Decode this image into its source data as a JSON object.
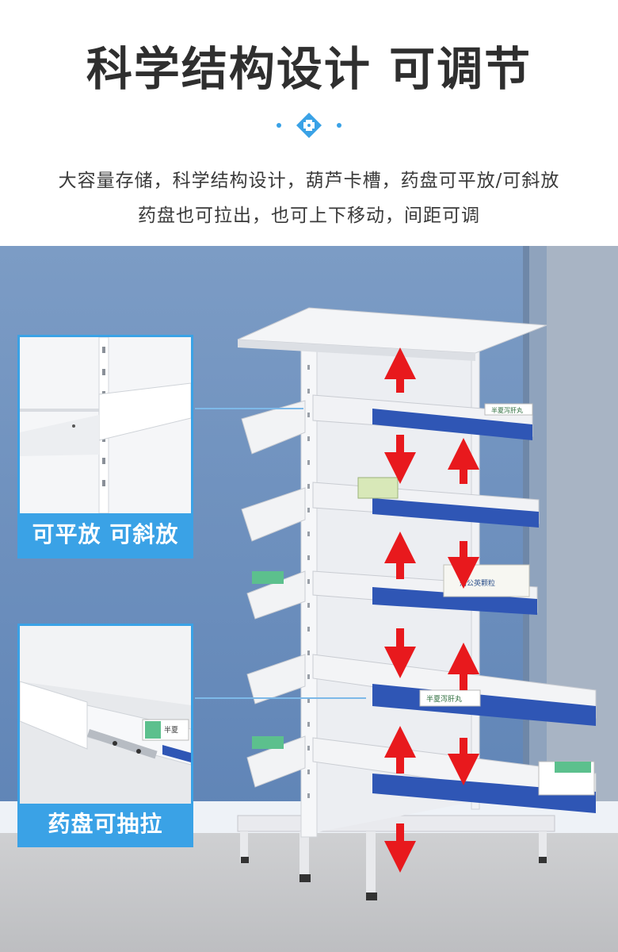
{
  "header": {
    "title": "科学结构设计 可调节",
    "ornament_icon": "medical-cross-diamond-icon",
    "description_line1": "大容量存储，科学结构设计，葫芦卡槽，药盘可平放/可斜放",
    "description_line2": "药盘也可拉出，也可上下移动，间距可调"
  },
  "insets": [
    {
      "label": "可平放 可斜放"
    },
    {
      "label": "药盘可抽拉"
    }
  ],
  "product_box_labels": [
    "半夏泻肝丸",
    "蒲公英颗粒",
    "半夏泻肝丸",
    "半夏"
  ],
  "colors": {
    "title_text": "#2f2f2f",
    "accent_blue": "#3aa2e6",
    "wall_blue": "#7f9ec4",
    "drawer_front_blue": "#2f56b5",
    "arrow_red": "#e8191d",
    "floor_gray": "#c9cacc",
    "shelf_white": "#f3f4f6"
  }
}
